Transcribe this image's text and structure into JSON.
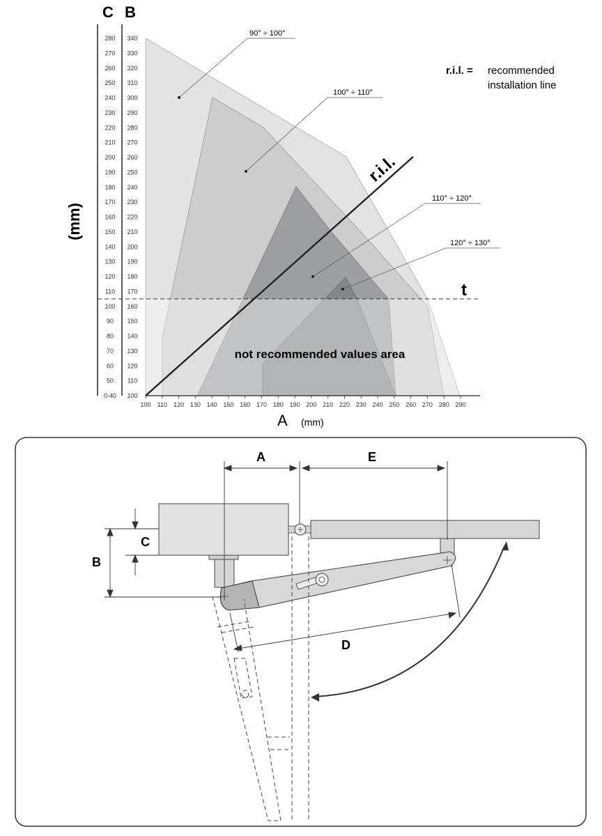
{
  "chart": {
    "col_c_header": "C",
    "col_b_header": "B",
    "y_unit": "(mm)",
    "x_axis_letter": "A",
    "x_axis_unit": "(mm)",
    "legend_abbr": "r.i.l. =",
    "legend_line1": "recommended",
    "legend_line2": "installation line",
    "ril_label": "r.i.l.",
    "t_label": "t",
    "not_recommended": "not recommended values area",
    "c_ticks": [
      "280",
      "270",
      "260",
      "250",
      "240",
      "230",
      "220",
      "210",
      "200",
      "190",
      "180",
      "170",
      "160",
      "150",
      "140",
      "130",
      "120",
      "110",
      "100",
      "90",
      "80",
      "70",
      "60",
      "50",
      "0-40"
    ],
    "b_ticks": [
      "340",
      "330",
      "320",
      "310",
      "300",
      "290",
      "280",
      "270",
      "260",
      "250",
      "240",
      "230",
      "220",
      "210",
      "200",
      "190",
      "180",
      "170",
      "160",
      "150",
      "140",
      "130",
      "120",
      "110",
      "100"
    ],
    "x_ticks": [
      "100",
      "110",
      "120",
      "130",
      "140",
      "150",
      "160",
      "170",
      "180",
      "190",
      "200",
      "210",
      "220",
      "230",
      "240",
      "250",
      "260",
      "270",
      "280",
      "290"
    ],
    "zones": [
      {
        "label": "90° ÷ 100°",
        "color": "#e3e3e3"
      },
      {
        "label": "100° ÷ 110°",
        "color": "#cdcdcd"
      },
      {
        "label": "110° ÷ 120°",
        "color": "#9d9ea2"
      },
      {
        "label": "120° ÷ 130°",
        "color": "#858689"
      }
    ]
  },
  "installation": {
    "dim_a": "A",
    "dim_b": "B",
    "dim_c": "C",
    "dim_d": "D",
    "dim_e": "E"
  }
}
